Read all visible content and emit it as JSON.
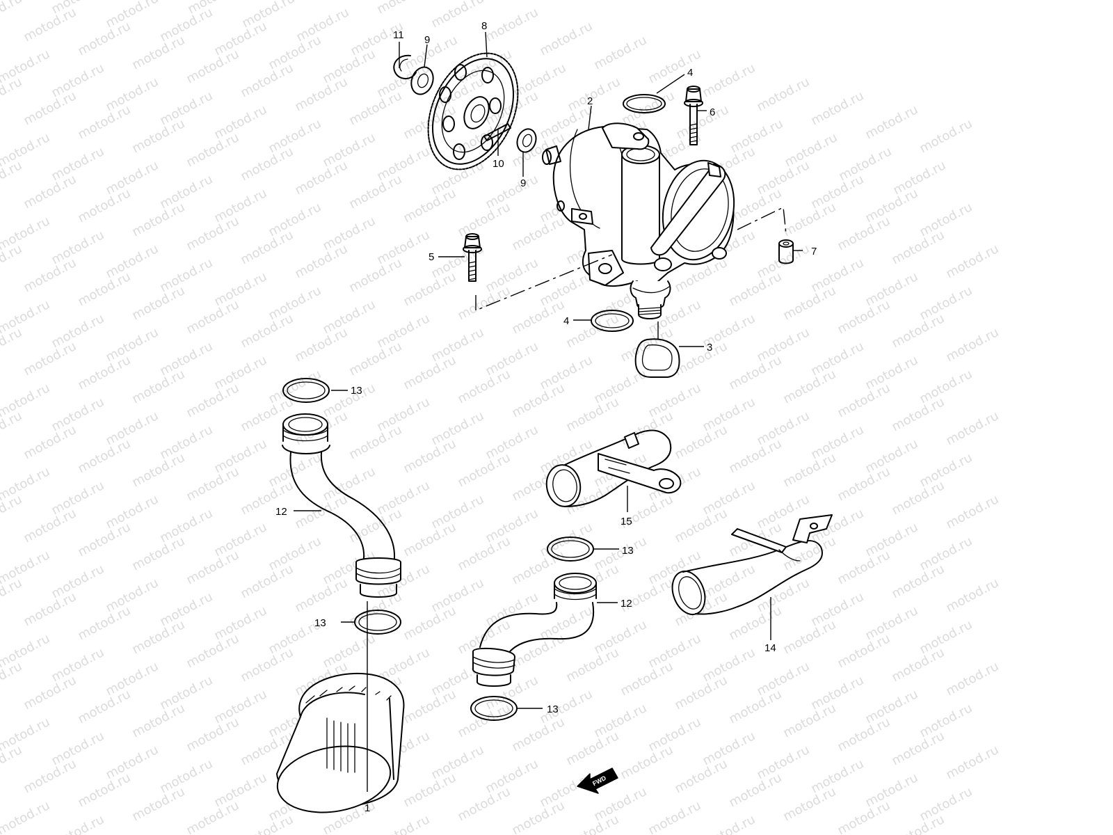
{
  "watermark": {
    "text": "motod.ru",
    "color": "#bdbdbd"
  },
  "direction_badge": {
    "label": "FWD"
  },
  "callouts": {
    "c1": "1",
    "c2": "2",
    "c3": "3",
    "c4a": "4",
    "c4b": "4",
    "c5": "5",
    "c6": "6",
    "c7": "7",
    "c8": "8",
    "c9a": "9",
    "c9b": "9",
    "c10": "10",
    "c11": "11",
    "c12a": "12",
    "c12b": "12",
    "c13a": "13",
    "c13b": "13",
    "c13c": "13",
    "c13d": "13",
    "c14": "14",
    "c15": "15"
  }
}
